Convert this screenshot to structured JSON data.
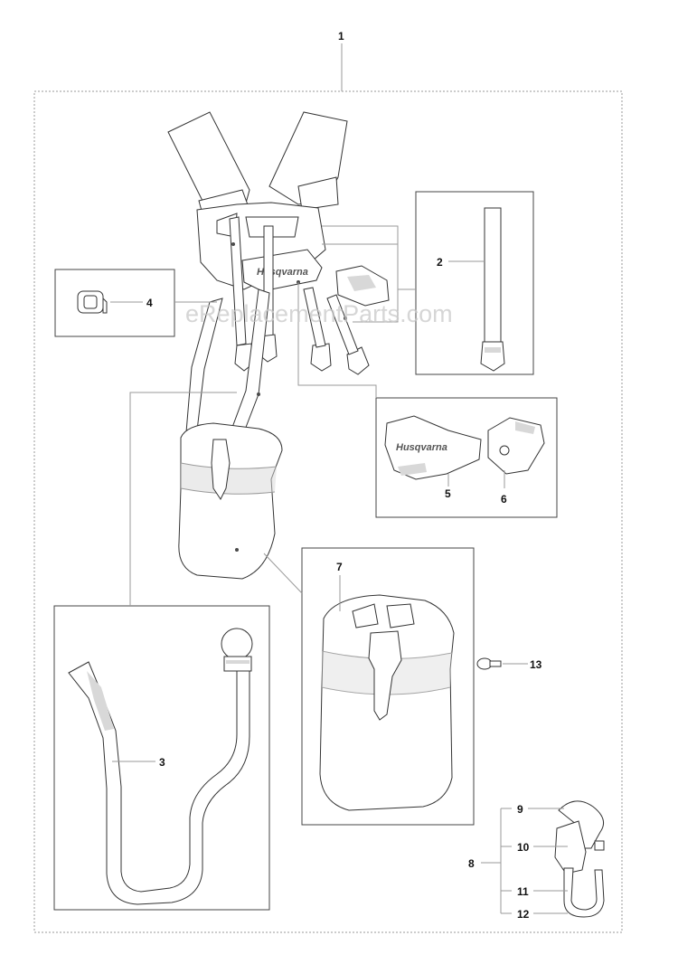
{
  "watermark": "eReplacementParts.com",
  "logo_text": "Husqvarna",
  "callouts": {
    "c1": "1",
    "c2": "2",
    "c3": "3",
    "c4": "4",
    "c5": "5",
    "c6": "6",
    "c7": "7",
    "c8": "8",
    "c9": "9",
    "c10": "10",
    "c11": "11",
    "c12": "12",
    "c13": "13"
  }
}
